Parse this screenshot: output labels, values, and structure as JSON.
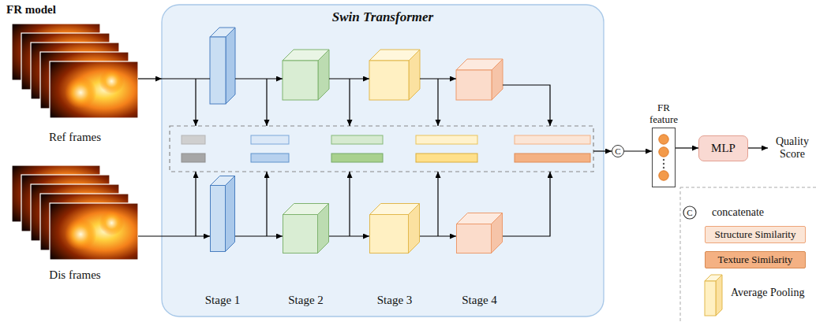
{
  "diagram": {
    "title": "FR model",
    "nodes": [
      {
        "text": [
          "Ref frames"
        ]
      },
      {
        "text": [
          "Dis frames"
        ]
      },
      {
        "text": [
          "Swin Transformer"
        ]
      },
      {
        "text": [
          "Stage 1"
        ],
        "in": 2
      },
      {
        "text": [
          "Stage 2"
        ],
        "in": 2
      },
      {
        "text": [
          "Stage 3"
        ],
        "in": 2
      },
      {
        "text": [
          "Stage 4"
        ],
        "in": 2
      },
      {
        "text": [
          "C"
        ]
      },
      {
        "text": [
          "FR feature"
        ]
      },
      {
        "text": [
          "MLP"
        ]
      },
      {
        "text": [
          "Quality Score"
        ]
      }
    ],
    "edges": [
      {
        "from": 0,
        "to": 2,
        "arrow": "to"
      },
      {
        "from": 1,
        "to": 3,
        "arrow": "to"
      },
      {
        "from": 3,
        "to": 4,
        "arrow": "to"
      },
      {
        "from": 4,
        "to": 5,
        "arrow": "to"
      },
      {
        "from": 5,
        "to": 6,
        "arrow": "to"
      },
      {
        "from": 2,
        "to": 7,
        "arrow": "to"
      },
      {
        "from": 7,
        "to": 8,
        "arrow": "to"
      },
      {
        "from": 8,
        "to": 9,
        "arrow": "to"
      },
      {
        "from": 9,
        "to": 10,
        "arrow": "to"
      }
    ],
    "labels": [
      "C"
    ],
    "legend": [
      {
        "text": "concatenate"
      },
      {
        "text": "Structure Similarity",
        "color": "#fbe5d6"
      },
      {
        "text": "Texture Similarity",
        "color": "#f4b183"
      },
      {
        "text": "Average Pooling"
      }
    ]
  }
}
